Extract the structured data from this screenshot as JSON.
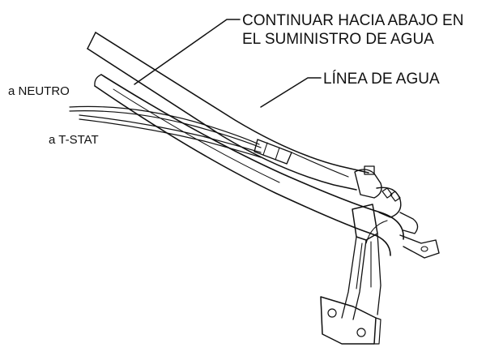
{
  "labels": {
    "continue_line1": "CONTINUAR HACIA ABAJO EN",
    "continue_line2": "EL SUMINISTRO DE AGUA",
    "water_line": "LÍNEA DE AGUA",
    "neutral": "a NEUTRO",
    "tstat": "a T-STAT"
  },
  "colors": {
    "line": "#111111",
    "background": "#ffffff"
  }
}
